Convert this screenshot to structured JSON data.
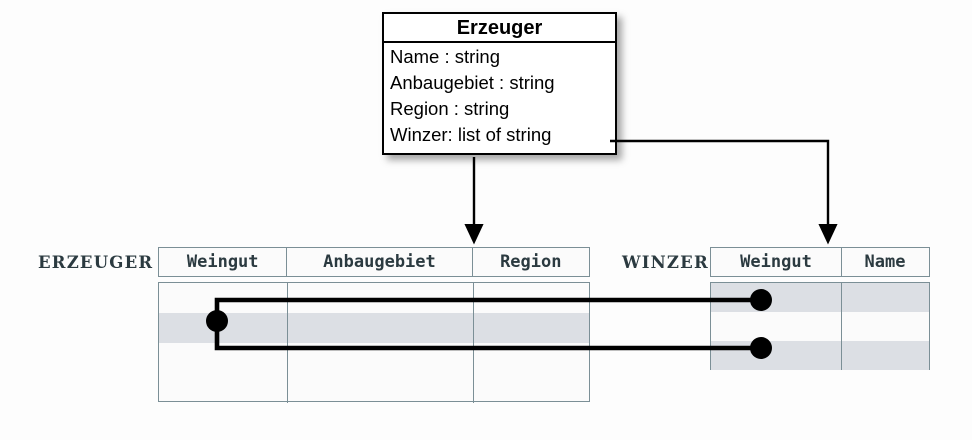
{
  "diagram": {
    "title": "Erzeuger",
    "uml_class": {
      "name": "Erzeuger",
      "attributes": [
        "Name : string",
        "Anbaugebiet : string",
        "Region : string",
        "Winzer: list of string"
      ]
    },
    "tables": [
      {
        "label": "ERZEUGER",
        "columns": [
          "Weingut",
          "Anbaugebiet",
          "Region"
        ],
        "rows": [
          {
            "cells": [
              "",
              "",
              ""
            ],
            "shaded": false
          },
          {
            "cells": [
              "",
              "",
              ""
            ],
            "shaded": true
          },
          {
            "cells": [
              "",
              "",
              ""
            ],
            "shaded": false
          },
          {
            "cells": [
              "",
              "",
              ""
            ],
            "shaded": false
          }
        ]
      },
      {
        "label": "WINZER",
        "columns": [
          "Weingut",
          "Name"
        ],
        "rows": [
          {
            "cells": [
              "",
              ""
            ],
            "shaded": true
          },
          {
            "cells": [
              "",
              ""
            ],
            "shaded": false
          },
          {
            "cells": [
              "",
              ""
            ],
            "shaded": true
          }
        ]
      }
    ],
    "connectors": {
      "mapping_arrow_left": "Erzeuger class maps to ERZEUGER table",
      "mapping_arrow_right": "Winzer attribute maps to WINZER table",
      "link_dots": 3
    },
    "colors": {
      "border": "#7b8f96",
      "row_shade": "#dcdfe4",
      "ink": "#000000",
      "label_text": "#2b3a40",
      "background": "#fdfdfd"
    }
  }
}
